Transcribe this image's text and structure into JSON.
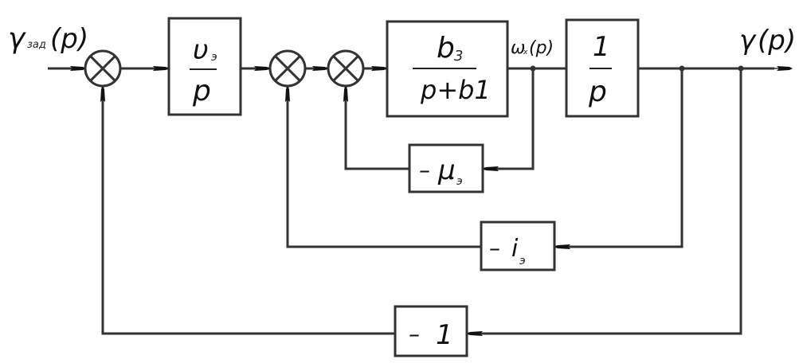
{
  "diagram": {
    "type": "control-system block diagram",
    "input_label": {
      "symbol": "γ",
      "subscript": "зад",
      "arg": "(p)"
    },
    "output_label": {
      "symbol": "γ",
      "arg": "(p)"
    },
    "intermediate_label": {
      "symbol": "ω",
      "subscript": "x",
      "arg": "(p)"
    },
    "summing_junctions": [
      {
        "id": "sum-1",
        "inputs": [
          "input",
          "feedback-minus-1"
        ]
      },
      {
        "id": "sum-2",
        "inputs": [
          "block-ve-over-p",
          "feedback-minus-i"
        ]
      },
      {
        "id": "sum-3",
        "inputs": [
          "sum-2",
          "feedback-minus-mu"
        ]
      }
    ],
    "forward_blocks": [
      {
        "id": "block-ve-over-p",
        "numerator": "υ",
        "numerator_sub": "э",
        "denominator": "p"
      },
      {
        "id": "block-b3-over-p-b1",
        "numerator": "b",
        "numerator_sub": "3",
        "denominator": "p+b1"
      },
      {
        "id": "block-1-over-p",
        "numerator": "1",
        "denominator": "p"
      }
    ],
    "feedback_blocks": [
      {
        "id": "feedback-minus-mu",
        "sign": "–",
        "symbol": "μ",
        "subscript": "э",
        "from": "ω_x(p)",
        "to": "sum-3"
      },
      {
        "id": "feedback-minus-i",
        "sign": "–",
        "symbol": "i",
        "subscript": "э",
        "from": "output-branch-1",
        "to": "sum-2"
      },
      {
        "id": "feedback-minus-1",
        "sign": "–",
        "symbol": "1",
        "from": "output-branch-2",
        "to": "sum-1"
      }
    ]
  },
  "colors": {
    "line": "#333333",
    "text": "#111111",
    "background": "#ffffff"
  }
}
